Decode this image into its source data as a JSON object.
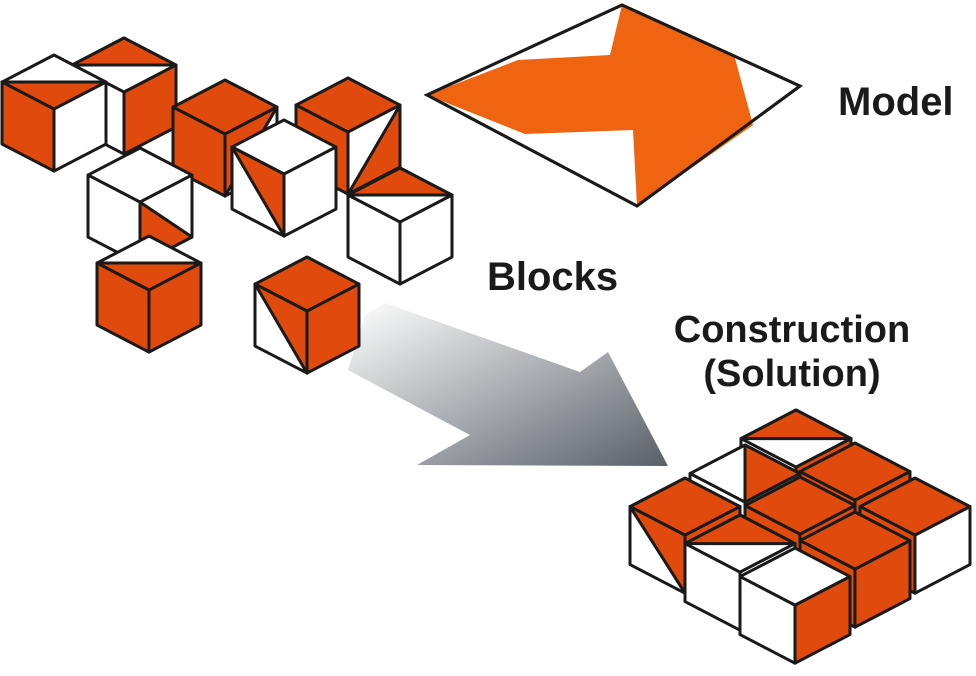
{
  "labels": {
    "model": "Model",
    "blocks": "Blocks",
    "construction": "Construction",
    "solution": "(Solution)"
  },
  "colors": {
    "block_red": "#e04a0c",
    "model_orange": "#ee6410",
    "outline": "#1a1a1a",
    "arrow_light": "#ffffff",
    "arrow_dark": "#5a6068",
    "background": "#ffffff"
  }
}
